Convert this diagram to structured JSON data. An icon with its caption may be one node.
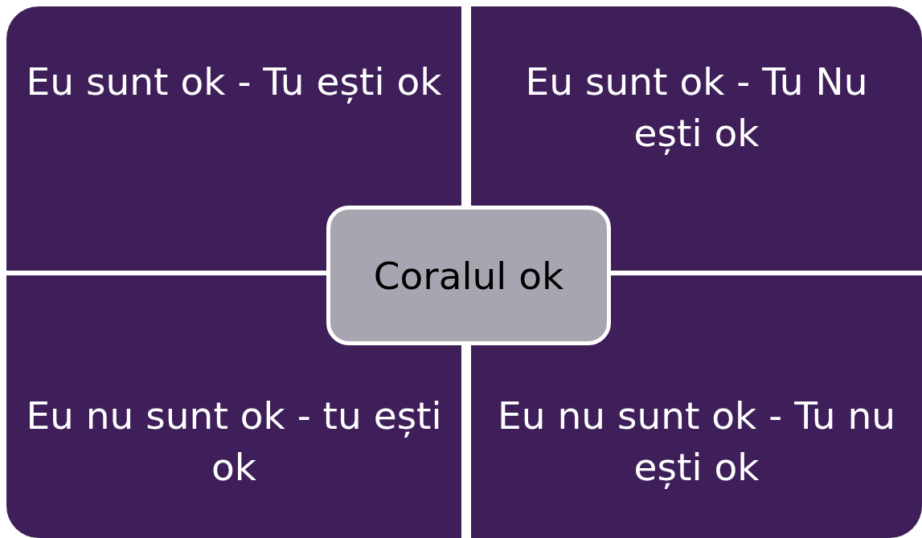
{
  "diagram": {
    "nodes": [
      {
        "text": [
          "Eu sunt ok - Tu ești ok"
        ]
      },
      {
        "text": [
          "Eu sunt ok - Tu Nu ești ok"
        ]
      },
      {
        "text": [
          "Eu nu sunt ok - tu ești ok"
        ]
      },
      {
        "text": [
          "Eu nu sunt ok - Tu nu ești ok"
        ]
      },
      {
        "text": [
          "Coralul ok"
        ]
      }
    ]
  }
}
